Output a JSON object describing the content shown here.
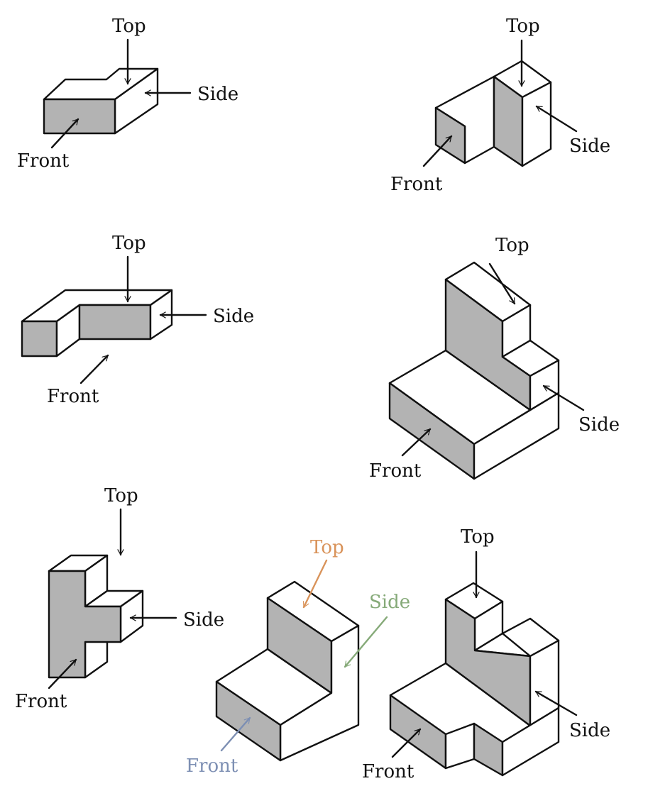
{
  "colors": {
    "face_shade": "#b3b3b3",
    "line": "#111111",
    "top_accent": "#d9935a",
    "side_accent": "#86aa79",
    "front_accent": "#7d8fb3"
  },
  "figures": [
    {
      "top": "Top",
      "side": "Side",
      "front": "Front"
    },
    {
      "top": "Top",
      "side": "Side",
      "front": "Front"
    },
    {
      "top": "Top",
      "side": "Side",
      "front": "Front"
    },
    {
      "top": "Top",
      "side": "Side",
      "front": "Front"
    },
    {
      "top": "Top",
      "side": "Side",
      "front": "Front"
    },
    {
      "top": "Top",
      "side": "Side",
      "front": "Front"
    },
    {
      "top": "Top",
      "side": "Side",
      "front": "Front"
    }
  ]
}
